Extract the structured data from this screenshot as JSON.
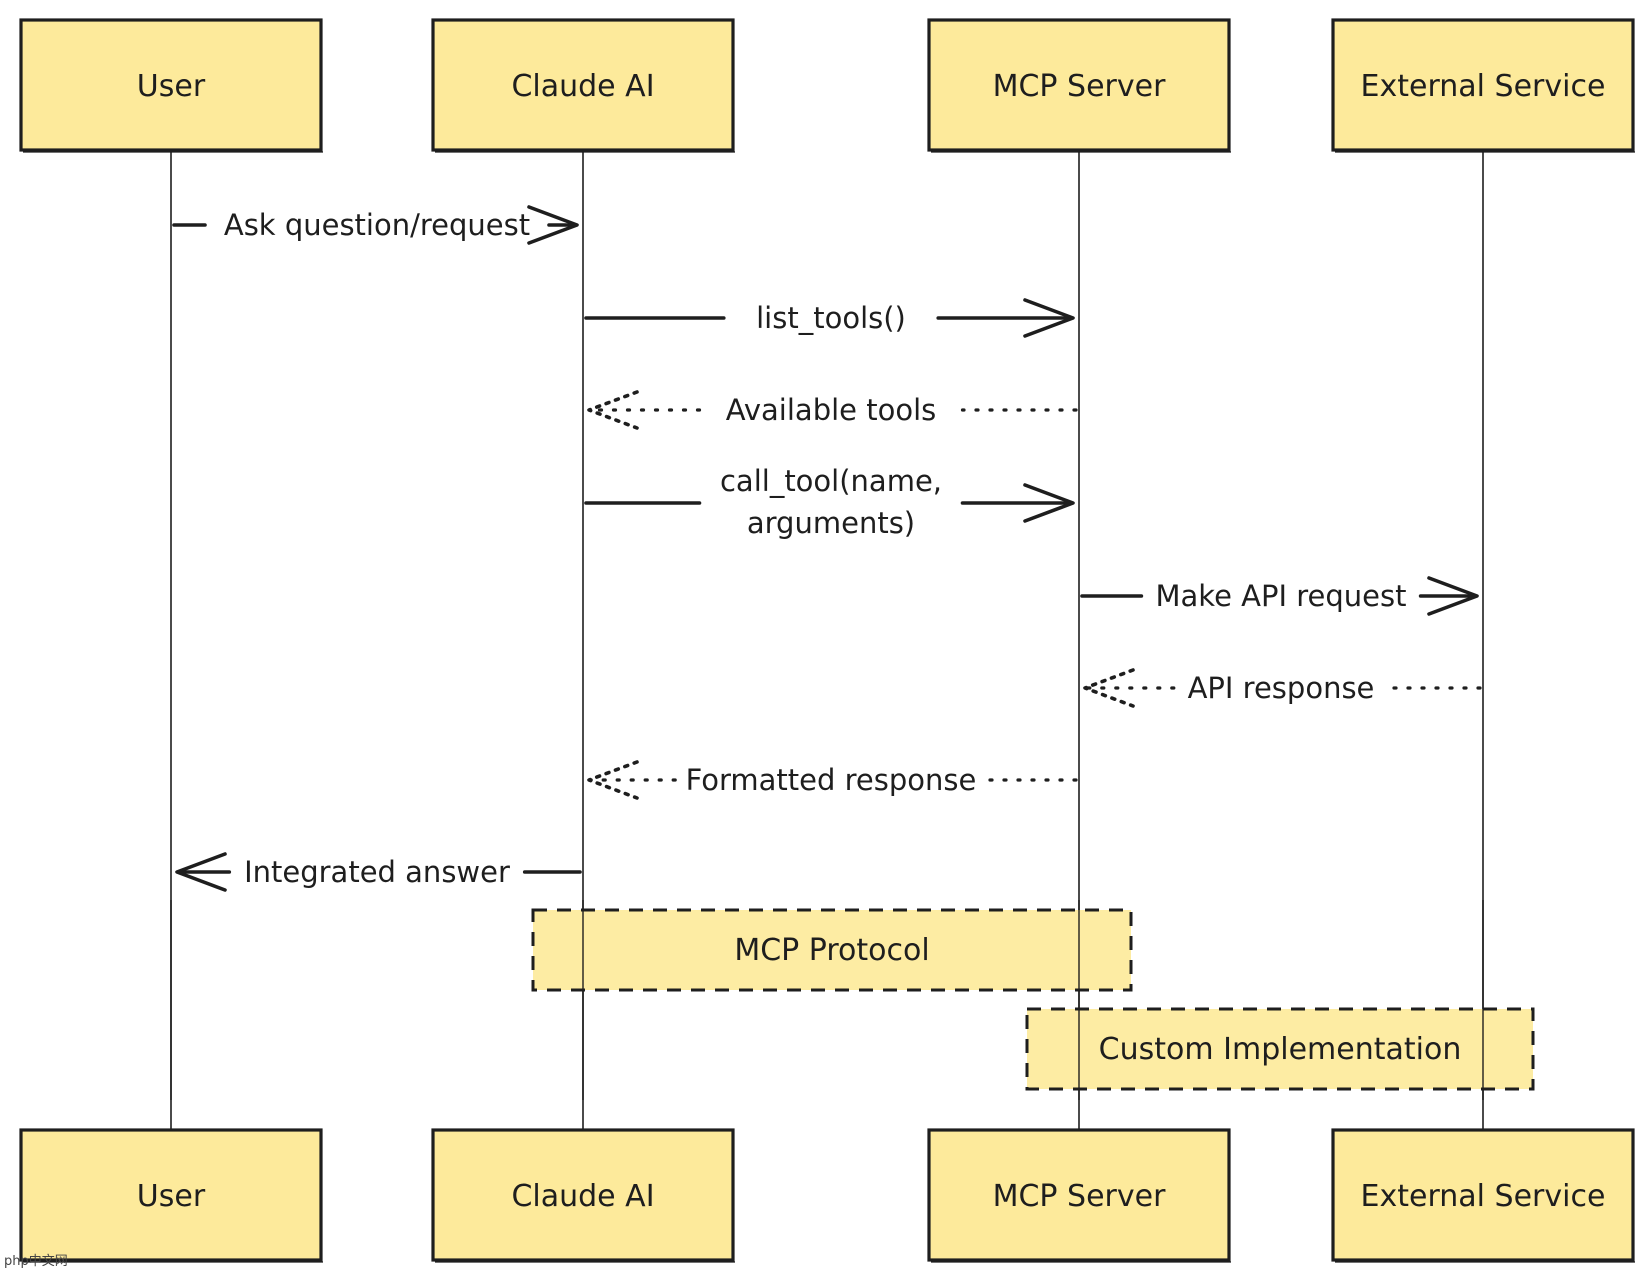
{
  "participants": [
    {
      "id": "user",
      "label": "User"
    },
    {
      "id": "claude",
      "label": "Claude AI"
    },
    {
      "id": "mcp",
      "label": "MCP Server"
    },
    {
      "id": "external",
      "label": "External Service"
    }
  ],
  "messages": [
    {
      "from": "user",
      "to": "claude",
      "label": [
        "Ask question/request"
      ],
      "style": "solid"
    },
    {
      "from": "claude",
      "to": "mcp",
      "label": [
        "list_tools()"
      ],
      "style": "solid"
    },
    {
      "from": "mcp",
      "to": "claude",
      "label": [
        "Available tools"
      ],
      "style": "dotted"
    },
    {
      "from": "claude",
      "to": "mcp",
      "label": [
        "call_tool(name,",
        "arguments)"
      ],
      "style": "solid"
    },
    {
      "from": "mcp",
      "to": "external",
      "label": [
        "Make API request"
      ],
      "style": "solid"
    },
    {
      "from": "external",
      "to": "mcp",
      "label": [
        "API response"
      ],
      "style": "dotted"
    },
    {
      "from": "mcp",
      "to": "claude",
      "label": [
        "Formatted response"
      ],
      "style": "dotted"
    },
    {
      "from": "claude",
      "to": "user",
      "label": [
        "Integrated answer"
      ],
      "style": "solid"
    }
  ],
  "notes": [
    {
      "label": "MCP Protocol",
      "over": [
        "claude",
        "mcp"
      ]
    },
    {
      "label": "Custom Implementation",
      "over": [
        "mcp",
        "external"
      ]
    }
  ],
  "watermark": "php中文网",
  "colors": {
    "box_fill": "#fdea9b",
    "stroke": "#1e1e1e",
    "text": "#1e1e1e"
  }
}
